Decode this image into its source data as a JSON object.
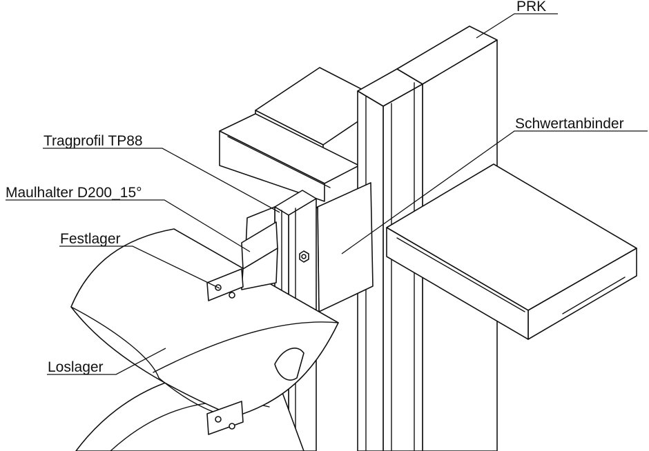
{
  "labels": {
    "prk": "PRK",
    "schwertanbinder": "Schwertanbinder",
    "tragprofil": "Tragprofil TP88",
    "maulhalter": "Maulhalter D200_15°",
    "festlager": "Festlager",
    "loslager": "Loslager"
  }
}
